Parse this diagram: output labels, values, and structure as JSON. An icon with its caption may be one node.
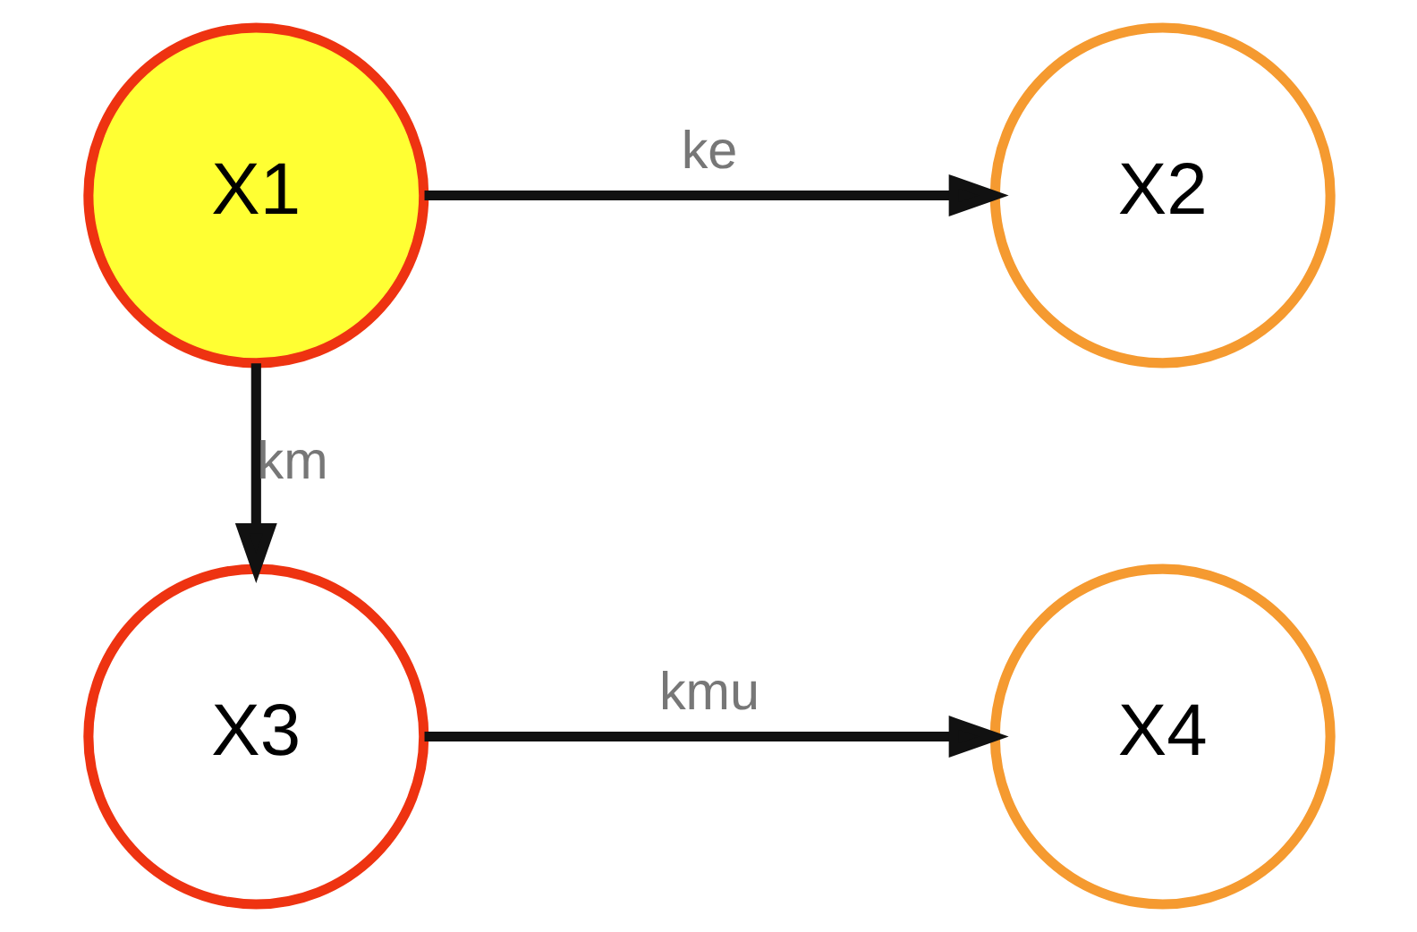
{
  "diagram": {
    "nodes": [
      {
        "text": [
          "X1"
        ]
      },
      {
        "text": [
          "X2"
        ]
      },
      {
        "text": [
          "X3"
        ]
      },
      {
        "text": [
          "X4"
        ]
      }
    ],
    "edges": [
      {
        "from": 0,
        "to": 1,
        "arrow": "to",
        "label": "ke"
      },
      {
        "from": 0,
        "to": 2,
        "arrow": "to",
        "label": "km"
      },
      {
        "from": 2,
        "to": 3,
        "arrow": "to",
        "label": "kmu"
      }
    ]
  }
}
